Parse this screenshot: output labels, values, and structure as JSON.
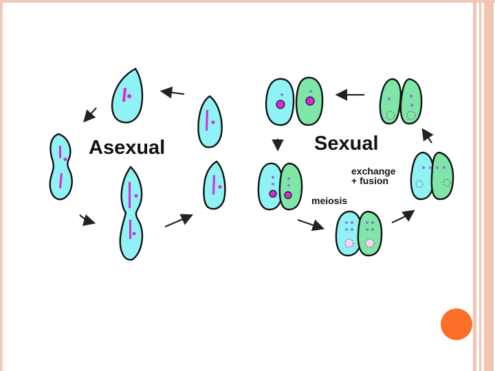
{
  "colors": {
    "frame": "#f3c3b1",
    "accent_dot": "#fb6f29",
    "cell_blue": "#8ff2f5",
    "cell_green": "#7fe6a8",
    "nucleus": "#d42bd6"
  },
  "labels": {
    "asexual": "Asexual",
    "sexual": "Sexual",
    "exchange_line1": "exchange",
    "exchange_line2": "+ fusion",
    "meiosis": "meiosis"
  }
}
